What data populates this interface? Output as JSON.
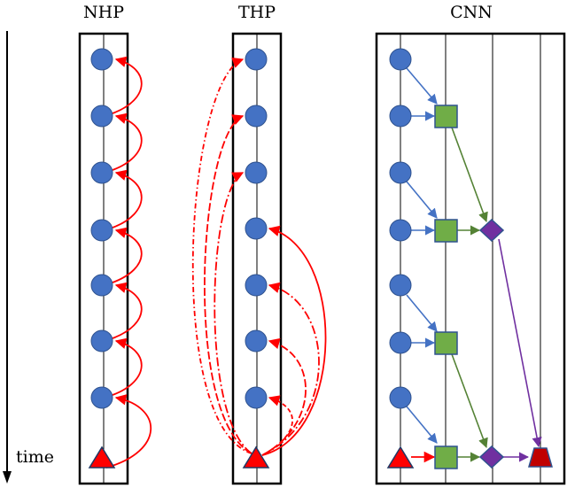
{
  "diagram": {
    "titles": {
      "nhp": "NHP",
      "thp": "THP",
      "cnn": "CNN"
    },
    "time_axis_label": "time",
    "colors": {
      "event": "#4472c4",
      "event_stroke": "#2f528f",
      "target": "#ff0000",
      "target_stroke": "#203864",
      "red_arrow": "#ff0000",
      "blue_arrow": "#4472c4",
      "green_node": "#70ad47",
      "green_arrow": "#548235",
      "purple_node": "#7030a0",
      "cnn_final": "#c00000"
    }
  }
}
